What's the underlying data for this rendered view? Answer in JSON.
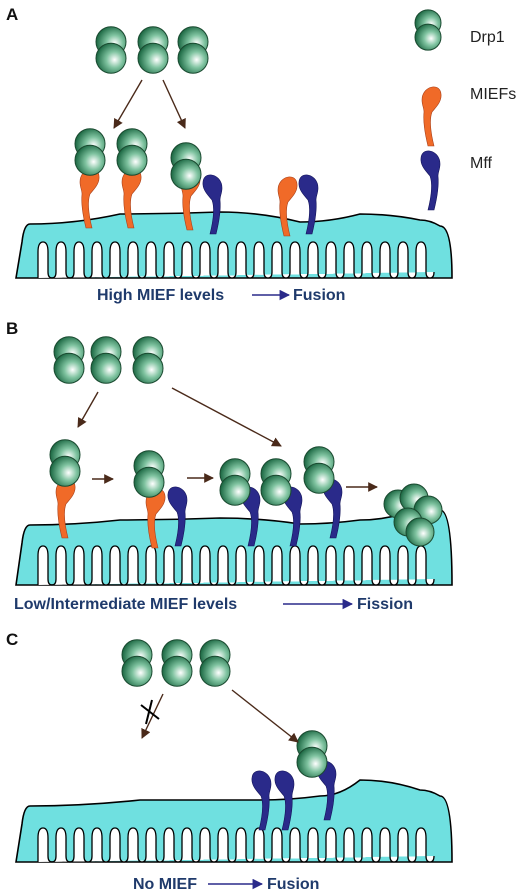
{
  "legend": [
    {
      "label": "Drp1",
      "icon": "drp1-icon"
    },
    {
      "label": "MIEFs",
      "icon": "mief-icon"
    },
    {
      "label": "Mff",
      "icon": "mff-icon"
    }
  ],
  "panels": [
    {
      "label": "A",
      "caption_left": "High MIEF levels",
      "caption_right": "Fusion"
    },
    {
      "label": "B",
      "caption_left": "Low/Intermediate MIEF levels",
      "caption_right": "Fission"
    },
    {
      "label": "C",
      "caption_left": "No MIEF",
      "caption_right": "Fusion"
    }
  ],
  "colors": {
    "drp1": "#2e8a5c",
    "mief": "#f06a28",
    "mff": "#2a2a8a",
    "membrane": "#6fe0e0",
    "arrow": "#4a2a1a",
    "caption": "#1f3a6b"
  }
}
